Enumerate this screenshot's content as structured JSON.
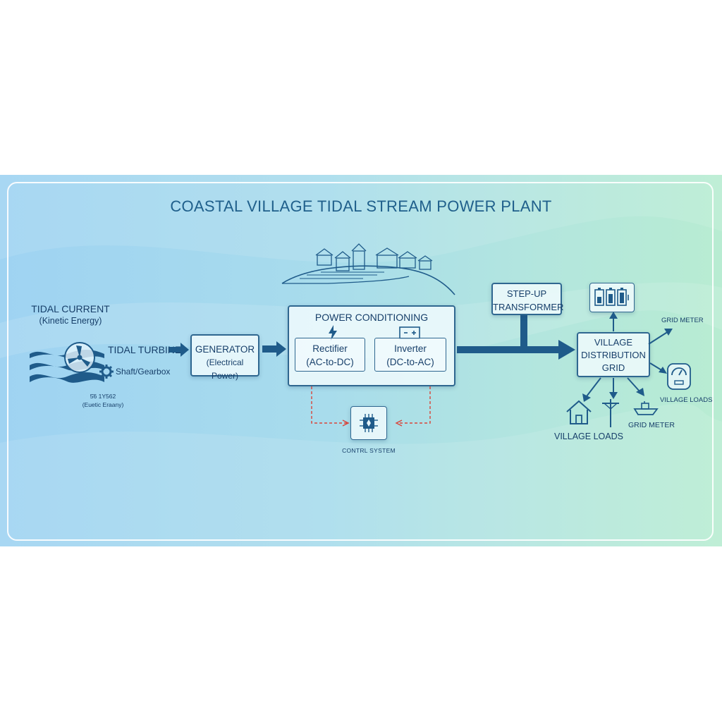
{
  "title": "COASTAL VILLAGE TIDAL STREAM POWER PLANT",
  "tidal_current": {
    "line1": "TIDAL CURRENT",
    "line2": "(Kinetic Energy)"
  },
  "turbine_label": "TIDAL TURBINE",
  "shaft_label": "Shaft/Gearbox",
  "garbled_small": {
    "line1": "5̄6 1Y562",
    "line2": "(Euetic Eraany)"
  },
  "generator": {
    "line1": "GENERATOR",
    "line2": "(Electrical Power)"
  },
  "power_conditioning": {
    "title": "POWER CONDITIONING",
    "rectifier": {
      "line1": "Rectifier",
      "line2": "(AC-to-DC)"
    },
    "inverter": {
      "line1": "Inverter",
      "line2": "(DC-to-AC)"
    }
  },
  "control_system": "CONTRL SYSTEM",
  "transformer": {
    "line1": "STEP-UP",
    "line2": "TRANSFORMER"
  },
  "grid": {
    "line1": "VILLAGE",
    "line2": "DISTRIBUTION",
    "line3": "GRID"
  },
  "grid_meter_top": "GRID METER",
  "village_loads_right": "VILLAGE LOADS",
  "grid_meter_bottom": "GRID METER",
  "village_loads_bottom": "VILLAGE LOADS",
  "colors": {
    "accent": "#173f6a",
    "line": "#2f6790",
    "arrow": "#1f5b8a",
    "dashed": "#d9443a"
  },
  "icons": [
    "village-hill-icon",
    "waves-icon",
    "turbine-icon",
    "gear-icon",
    "lightning-icon",
    "battery-icon",
    "chip-icon",
    "battery-bank-icon",
    "meter-icon",
    "house-icon",
    "power-pole-icon",
    "boat-icon"
  ]
}
